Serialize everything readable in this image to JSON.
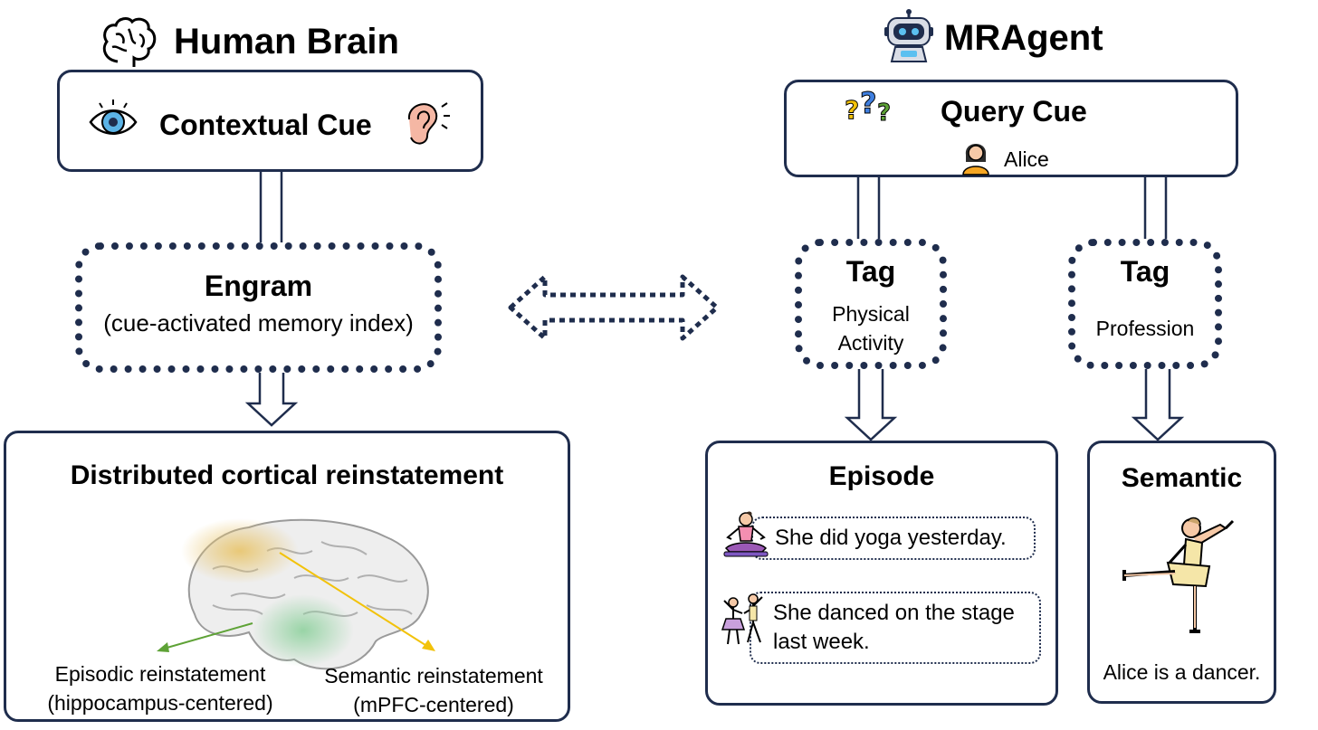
{
  "left": {
    "header": "Human Brain",
    "cue_title": "Contextual Cue",
    "engram_title": "Engram",
    "engram_subtitle": "(cue-activated memory index)",
    "cortical_title": "Distributed cortical reinstatement",
    "episodic_line1": "Episodic reinstatement",
    "episodic_line2": "(hippocampus-centered)",
    "semantic_line1": "Semantic reinstatement",
    "semantic_line2": "(mPFC-centered)"
  },
  "right": {
    "header": "MRAgent",
    "query_title": "Query Cue",
    "query_person": "Alice",
    "tag1_title": "Tag",
    "tag1_line1": "Physical",
    "tag1_line2": "Activity",
    "tag2_title": "Tag",
    "tag2_label": "Profession",
    "episode_title": "Episode",
    "episode_item1": "She did yoga yesterday.",
    "episode_item2_line1": "She danced on the stage",
    "episode_item2_line2": "last week.",
    "semantic_title": "Semantic",
    "semantic_caption": "Alice is a dancer."
  },
  "icons": [
    "brain-icon",
    "robot-icon",
    "eye-icon",
    "ear-icon",
    "question-marks-icon",
    "person-icon",
    "yoga-icon",
    "dancers-icon",
    "ballerina-icon",
    "brain-illustration"
  ],
  "colors": {
    "border": "#1f2d4d",
    "brain_yellow": "#e8c46a",
    "brain_green": "#8fd19e",
    "episodic_arrow": "#5ea236",
    "semantic_arrow": "#f2c20a"
  }
}
